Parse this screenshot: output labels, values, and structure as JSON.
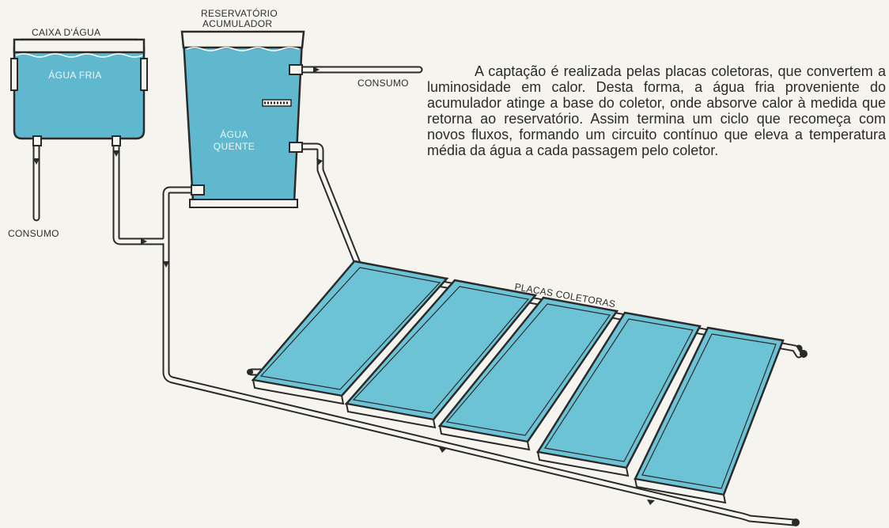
{
  "labels": {
    "caixa_dagua": "CAIXA D'ÁGUA",
    "agua_fria": "ÁGUA FRIA",
    "reservatorio_line1": "RESERVATÓRIO",
    "reservatorio_line2": "ACUMULADOR",
    "agua_quente_line1": "ÁGUA",
    "agua_quente_line2": "QUENTE",
    "consumo_right": "CONSUMO",
    "consumo_left": "CONSUMO",
    "placas_coletoras": "PLACAS COLETORAS"
  },
  "paragraph": "A captação é realizada pelas placas coletoras, que convertem a luminosidade em calor. Desta forma, a água fria proveniente do acumulador atinge a base do coletor, onde absorve calor à medida que retorna ao reservatório. Assim termina um ciclo que recomeça com novos fluxos, formando um circuito contínuo que eleva a temperatura média da água a cada passagem pelo coletor.",
  "colors": {
    "water": "#5fb8ce",
    "water_dark": "#3f97b0",
    "panel": "#6cc3d6",
    "outline": "#2a2a2a",
    "paper": "#f6f4ee"
  }
}
